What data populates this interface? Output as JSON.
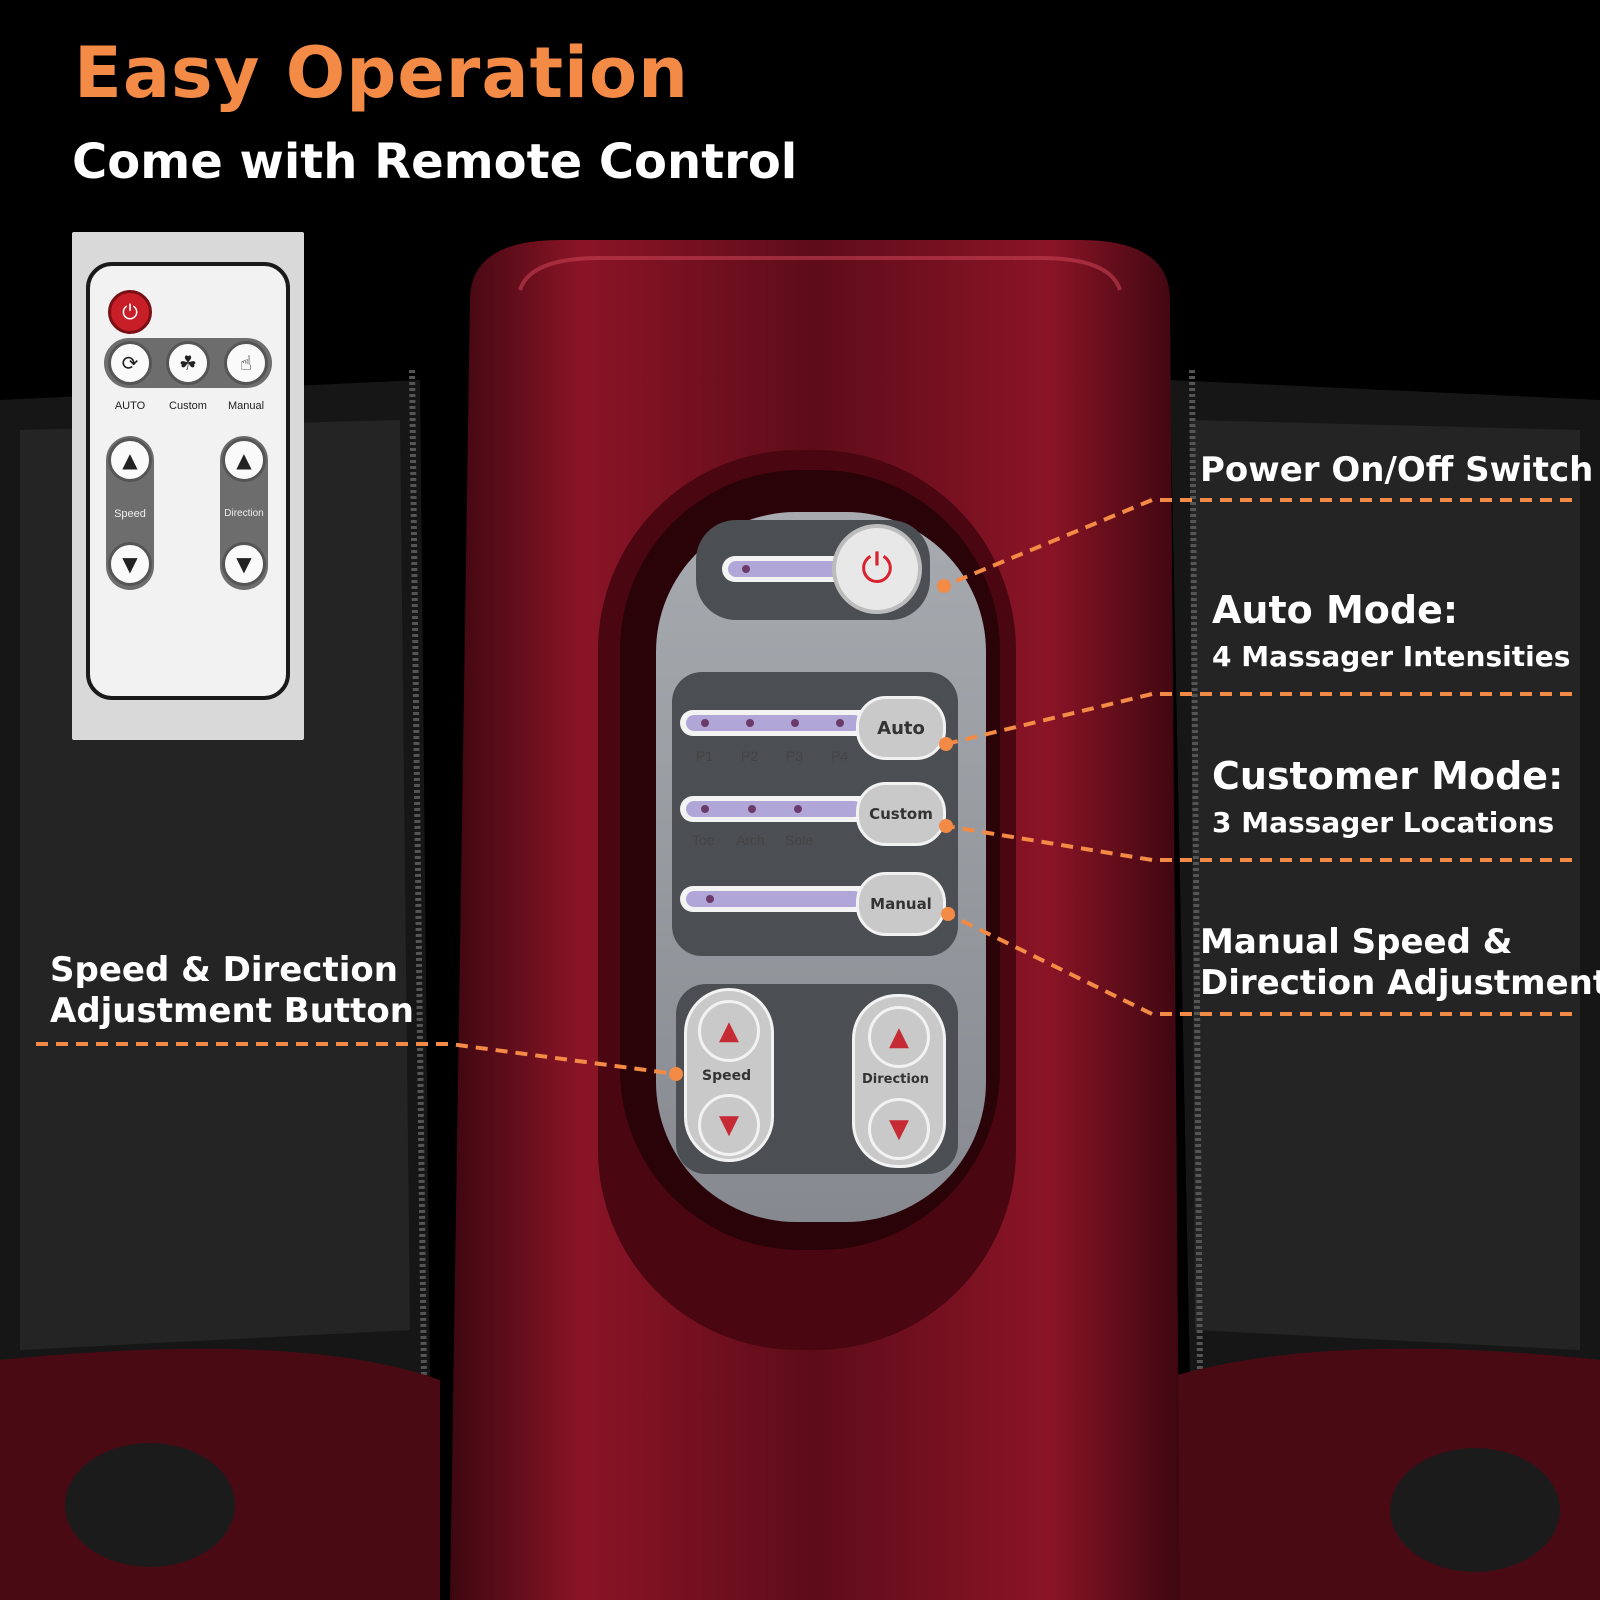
{
  "headline": "Easy Operation",
  "subhead": "Come with Remote Control",
  "remote": {
    "buttons": [
      "AUTO",
      "Custom",
      "Manual"
    ],
    "speed_label": "Speed",
    "direction_label": "Direction"
  },
  "panel": {
    "auto_label": "Auto",
    "auto_levels": [
      "P1",
      "P2",
      "P3",
      "P4"
    ],
    "custom_label": "Custom",
    "custom_locations": [
      "Toe",
      "Arch",
      "Sole"
    ],
    "manual_label": "Manual",
    "speed_label": "Speed",
    "direction_label": "Direction"
  },
  "callouts": {
    "power": "Power On/Off Switch",
    "auto_title": "Auto Mode:",
    "auto_sub": "4 Massager Intensities",
    "customer_title": "Customer Mode:",
    "customer_sub": "3 Massager Locations",
    "manual_line1": "Manual Speed &",
    "manual_line2": "Direction Adjustment",
    "speed_line1": "Speed & Direction",
    "speed_line2": "Adjustment Button"
  },
  "colors": {
    "accent": "#f38a45",
    "body": "#6e0f1c",
    "panel": "#8f9399"
  }
}
